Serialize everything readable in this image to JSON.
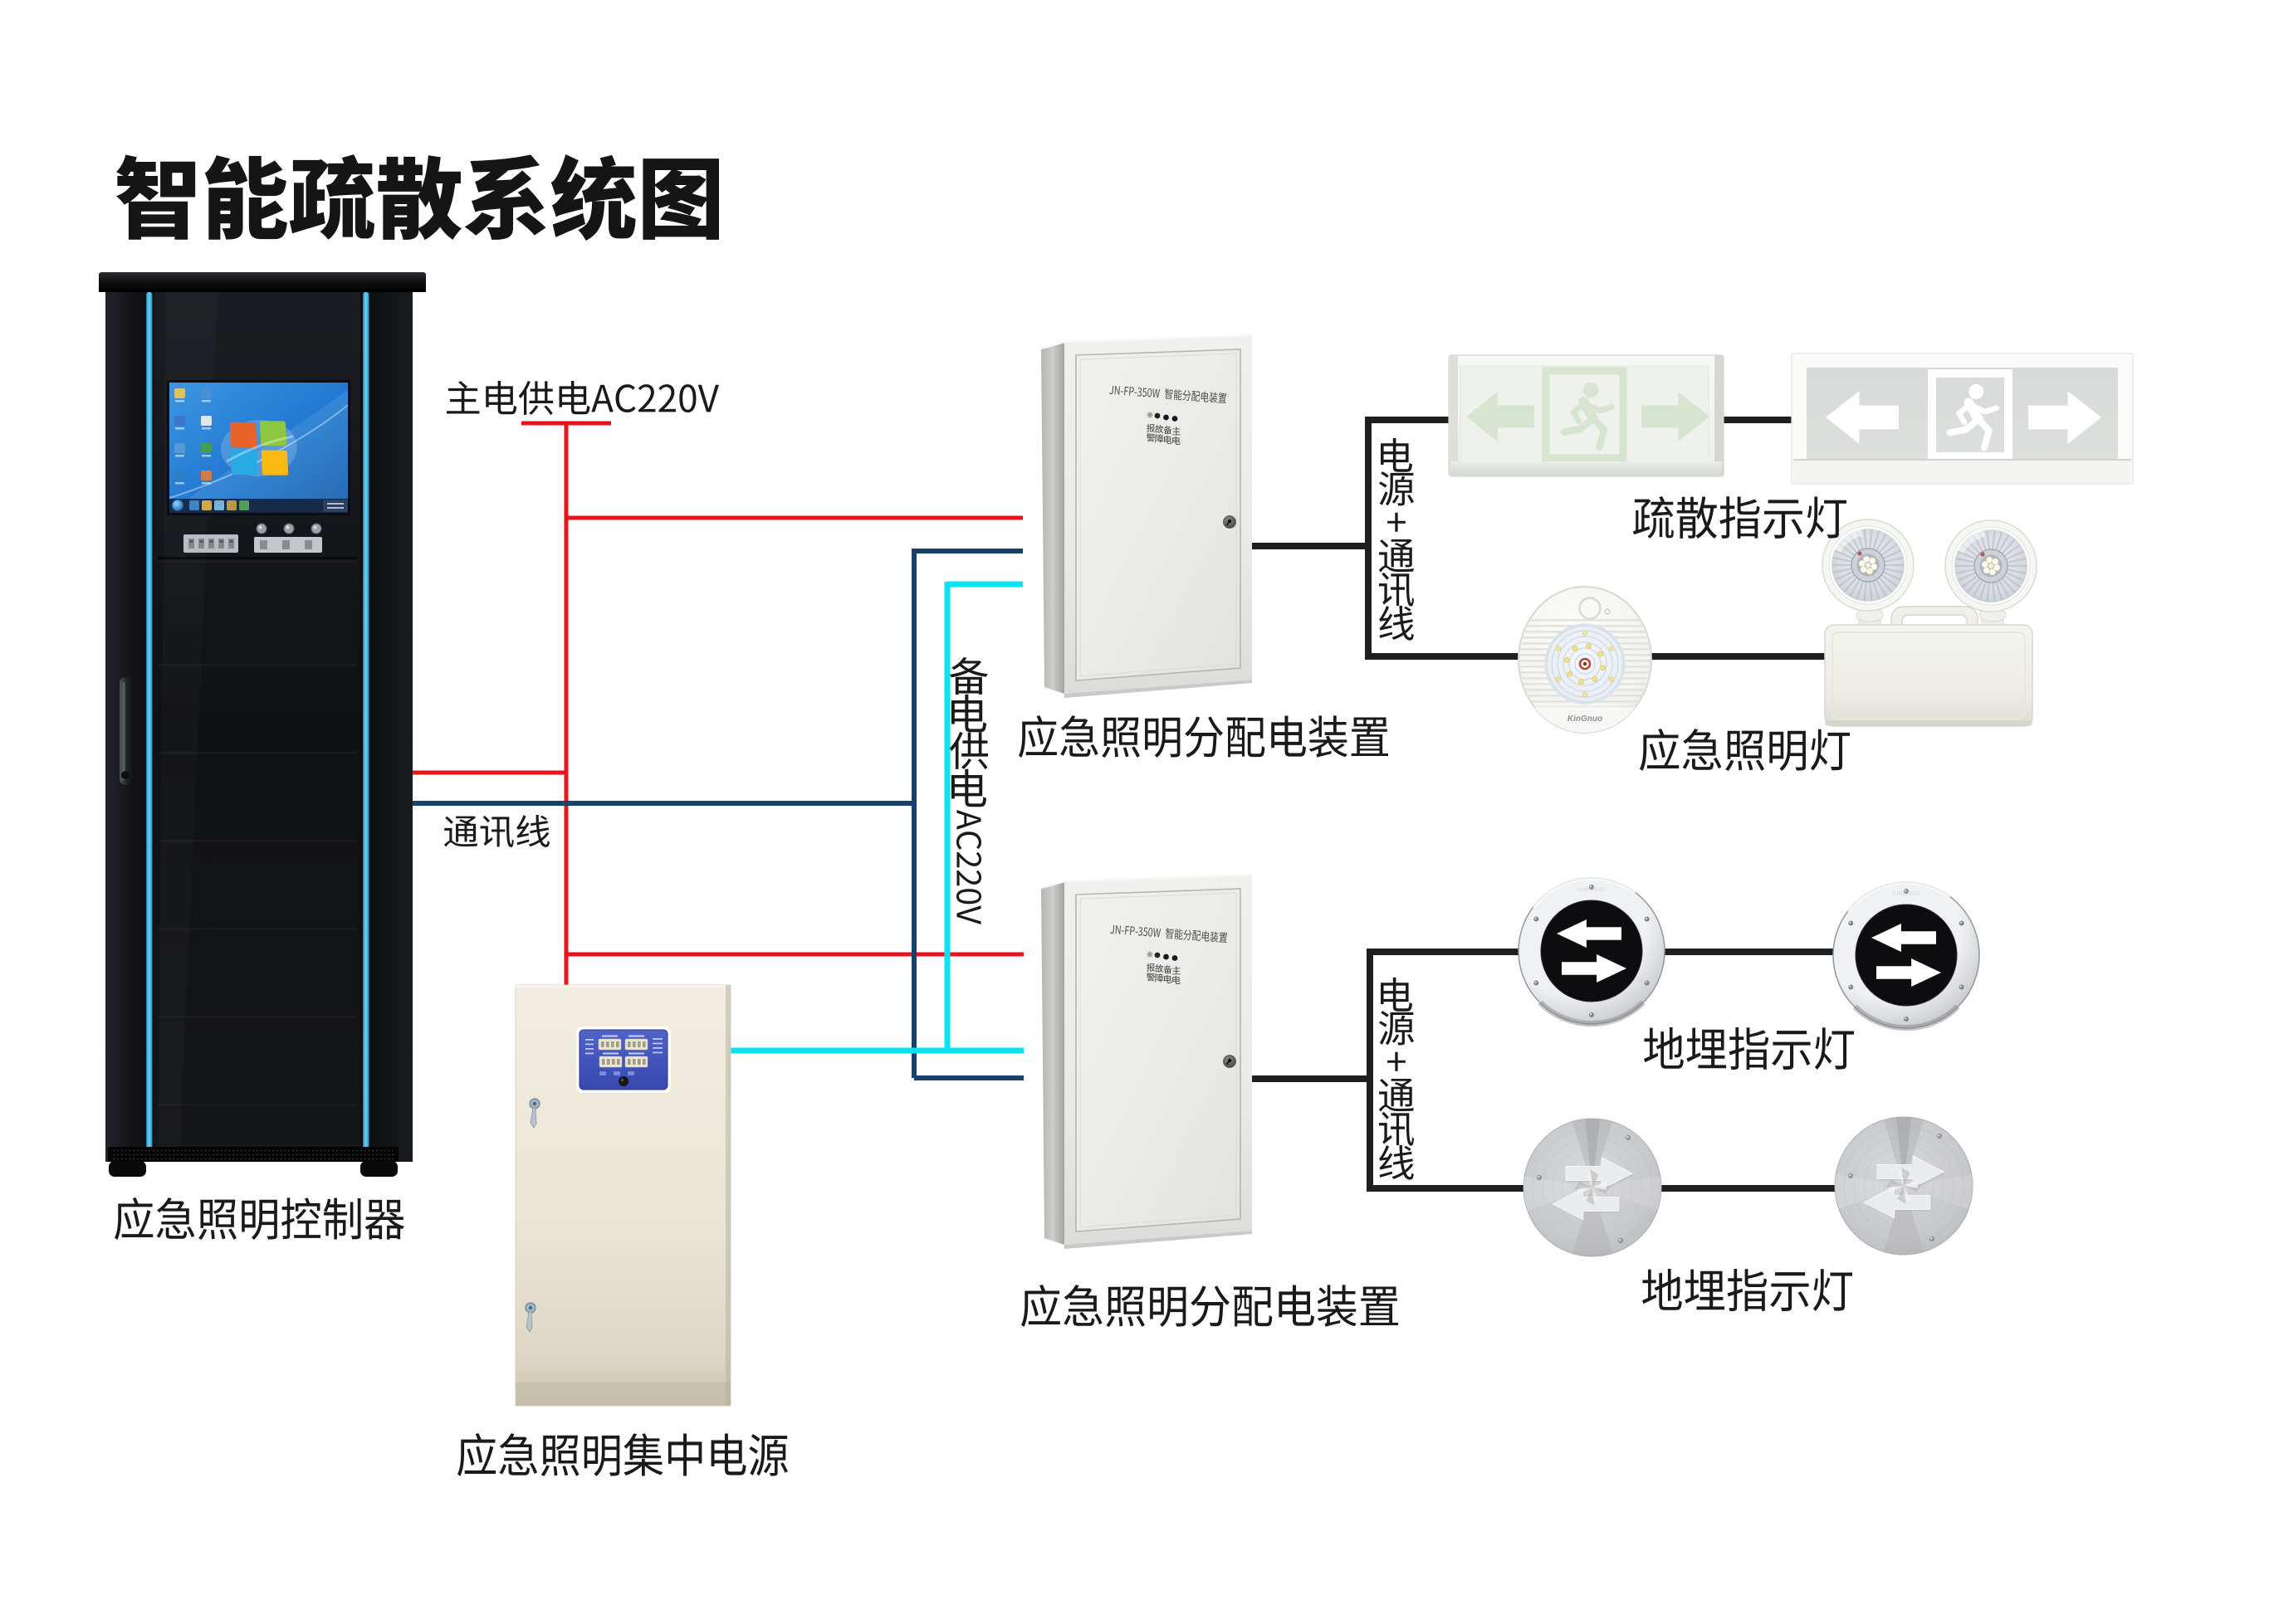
{
  "page": {
    "title": "智能疏散系统图",
    "background": "#ffffff"
  },
  "wires": {
    "main_power": {
      "label": "主电供电AC220V",
      "color": "#e8141c"
    },
    "communication": {
      "label": "通讯线",
      "color": "#17426e"
    },
    "backup_power": {
      "label": "备电供电AC220V",
      "color": "#0ae1f2"
    },
    "power_comm_top": {
      "label": "电源+通讯线",
      "color": "#1f1f1f"
    },
    "power_comm_bottom": {
      "label": "电源+通讯线",
      "color": "#1f1f1f"
    }
  },
  "devices": {
    "controller": {
      "label": "应急照明控制器"
    },
    "central_power": {
      "label": "应急照明集中电源"
    },
    "distribution_box_top": {
      "label": "应急照明分配电装置",
      "door_text": "JN-FP-350W 智能分配电装置",
      "indicator_labels": [
        "报警",
        "故障",
        "备电",
        "主电"
      ]
    },
    "distribution_box_bottom": {
      "label": "应急照明分配电装置",
      "door_text": "JN-FP-350W 智能分配电装置",
      "indicator_labels": [
        "报警",
        "故障",
        "备电",
        "主电"
      ]
    },
    "exit_signs": {
      "label": "疏散指示灯"
    },
    "emergency_lights": {
      "label": "应急照明灯",
      "brand": "KinGnuo"
    },
    "buried_lights_top": {
      "label": "地埋指示灯",
      "brand": "KINGNUO"
    },
    "buried_lights_bottom": {
      "label": "地埋指示灯"
    }
  }
}
